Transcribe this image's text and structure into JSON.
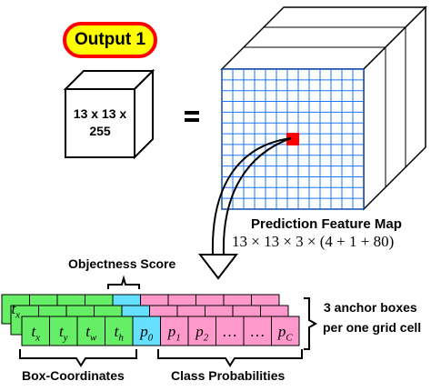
{
  "output_badge": {
    "label": "Output 1",
    "fill": "#ffff00",
    "stroke": "#ff0000"
  },
  "small_cube": {
    "line1": "13 x 13 x",
    "line2": "255"
  },
  "equals_sign": "=",
  "feature_map": {
    "title": "Prediction Feature Map",
    "formula": "13 × 13 × 3 × (4 + 1 + 80)",
    "grid_rows": 13,
    "grid_cols": 13,
    "grid_color": "#1a75ff",
    "highlight_color": "#ff0000"
  },
  "objectness_label": "Objectness Score",
  "anchor_label": {
    "line1": "3 anchor boxes",
    "line2": "per one grid cell"
  },
  "box_coords_label": "Box-Coordinates",
  "class_probs_label": "Class Probabilities",
  "vector": {
    "box_cells": [
      "t",
      "t",
      "t",
      "t"
    ],
    "box_subs": [
      "x",
      "y",
      "w",
      "h"
    ],
    "objectness_cell": {
      "base": "p",
      "sub": "0"
    },
    "class_cells": [
      {
        "base": "p",
        "sub": "1"
      },
      {
        "base": "p",
        "sub": "2"
      },
      {
        "base": "…",
        "sub": ""
      },
      {
        "base": "…",
        "sub": ""
      },
      {
        "base": "p",
        "sub": "C"
      }
    ],
    "back_first_cell": {
      "base": "t",
      "sub": "x"
    },
    "colors": {
      "box": "#66ee66",
      "objectness": "#66e0ff",
      "classes": "#ff99cc"
    }
  }
}
